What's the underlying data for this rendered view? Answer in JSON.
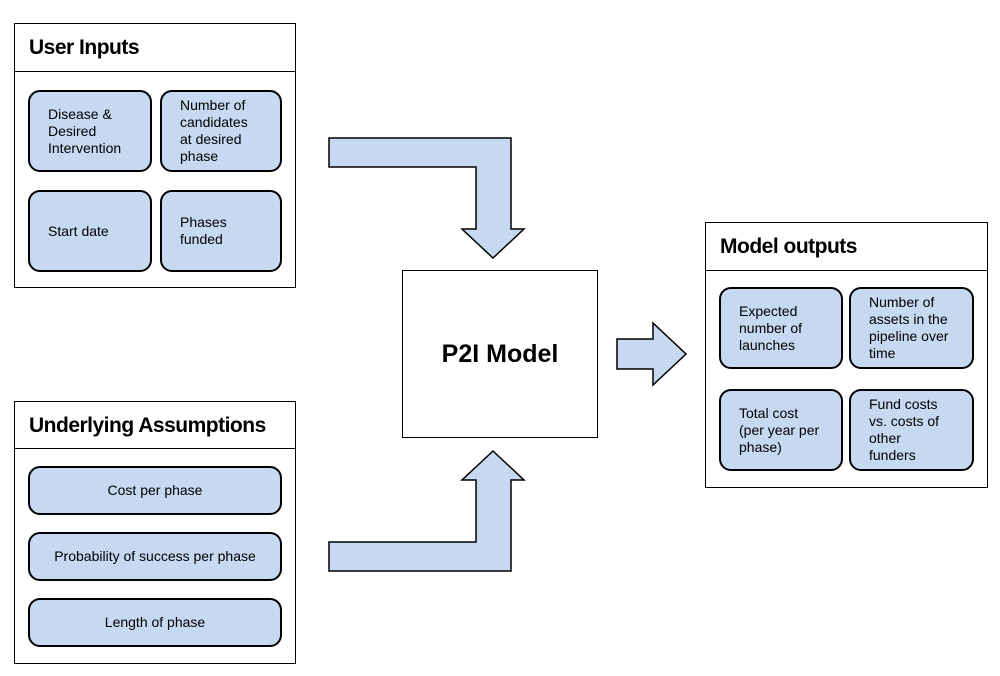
{
  "colors": {
    "cell_fill": "#c6d9f1",
    "border": "#000000",
    "arrow_fill": "#c6d9f1"
  },
  "user_inputs": {
    "title": "User Inputs",
    "items": [
      "Disease &\nDesired\nIntervention",
      "Number of\ncandidates\nat desired\nphase",
      "Start date",
      "Phases\nfunded"
    ]
  },
  "assumptions": {
    "title": "Underlying  Assumptions",
    "items": [
      "Cost per phase",
      "Probability of success per phase",
      "Length of phase"
    ]
  },
  "model": {
    "label": "P2I Model"
  },
  "outputs": {
    "title": "Model outputs",
    "items": [
      "Expected\nnumber of\nlaunches",
      "Number of\nassets in the\npipeline over\ntime",
      "Total cost\n(per year per\nphase)",
      "Fund costs\nvs. costs of\nother\nfunders"
    ]
  }
}
